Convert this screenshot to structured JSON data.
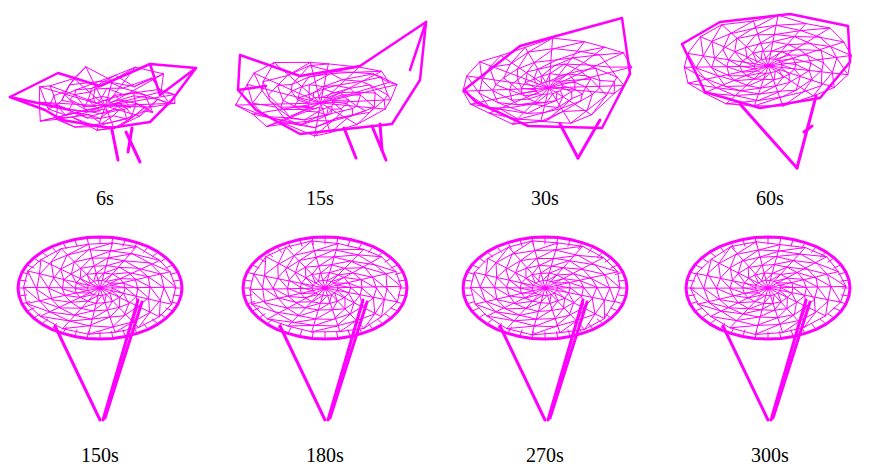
{
  "diagram": {
    "labels": [
      "6s",
      "15s",
      "30s",
      "60s",
      "150s",
      "180s",
      "270s",
      "300s"
    ]
  }
}
